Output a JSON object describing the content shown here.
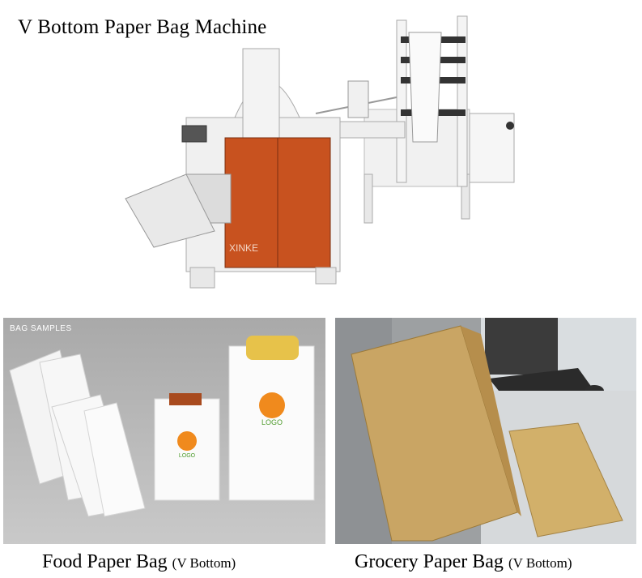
{
  "title": "V Bottom Paper Bag Machine",
  "machine": {
    "brand": "XINKE"
  },
  "panels": {
    "food": {
      "label": "BAG SAMPLES",
      "logo_text": "LOGO"
    }
  },
  "captions": {
    "food": {
      "main": "Food Paper Bag",
      "sub": "(V Bottom)"
    },
    "grocery": {
      "main": "Grocery Paper Bag",
      "sub": "(V Bottom)"
    }
  },
  "colors": {
    "machine_frame": "#efefef",
    "machine_door": "#c8521f",
    "kraft_bag": "#c9a564",
    "food_background": "#bdbdbd"
  }
}
